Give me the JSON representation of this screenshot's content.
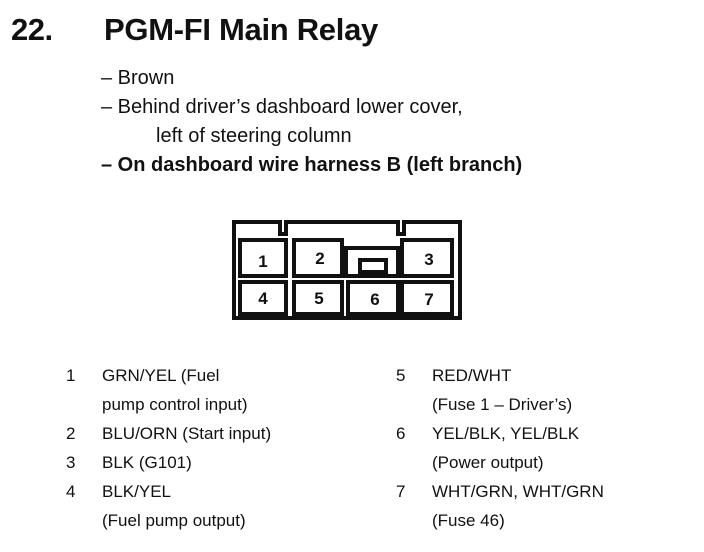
{
  "heading": {
    "number": "22.",
    "title": "PGM-FI Main Relay"
  },
  "description": [
    {
      "text": "– Brown",
      "indent": false,
      "bold": false
    },
    {
      "text": "– Behind driver’s dashboard lower cover,",
      "indent": false,
      "bold": false
    },
    {
      "text": "left of steering column",
      "indent": true,
      "bold": false
    },
    {
      "text": "– On dashboard wire harness B (left branch)",
      "indent": false,
      "bold": true
    }
  ],
  "connector": {
    "pins_top": [
      "1",
      "2",
      "3"
    ],
    "pins_bottom": [
      "4",
      "5",
      "6",
      "7"
    ]
  },
  "pin_list_left": [
    {
      "num": "1",
      "lines": [
        "GRN/YEL (Fuel",
        "pump control input)"
      ]
    },
    {
      "num": "2",
      "lines": [
        "BLU/ORN (Start input)"
      ]
    },
    {
      "num": "3",
      "lines": [
        "BLK (G101)"
      ]
    },
    {
      "num": "4",
      "lines": [
        "BLK/YEL",
        "(Fuel pump output)"
      ]
    }
  ],
  "pin_list_right": [
    {
      "num": "5",
      "lines": [
        "RED/WHT",
        "(Fuse 1 – Driver’s)"
      ]
    },
    {
      "num": "6",
      "lines": [
        "YEL/BLK, YEL/BLK",
        "(Power output)"
      ]
    },
    {
      "num": "7",
      "lines": [
        "WHT/GRN, WHT/GRN",
        "(Fuse 46)"
      ]
    }
  ]
}
